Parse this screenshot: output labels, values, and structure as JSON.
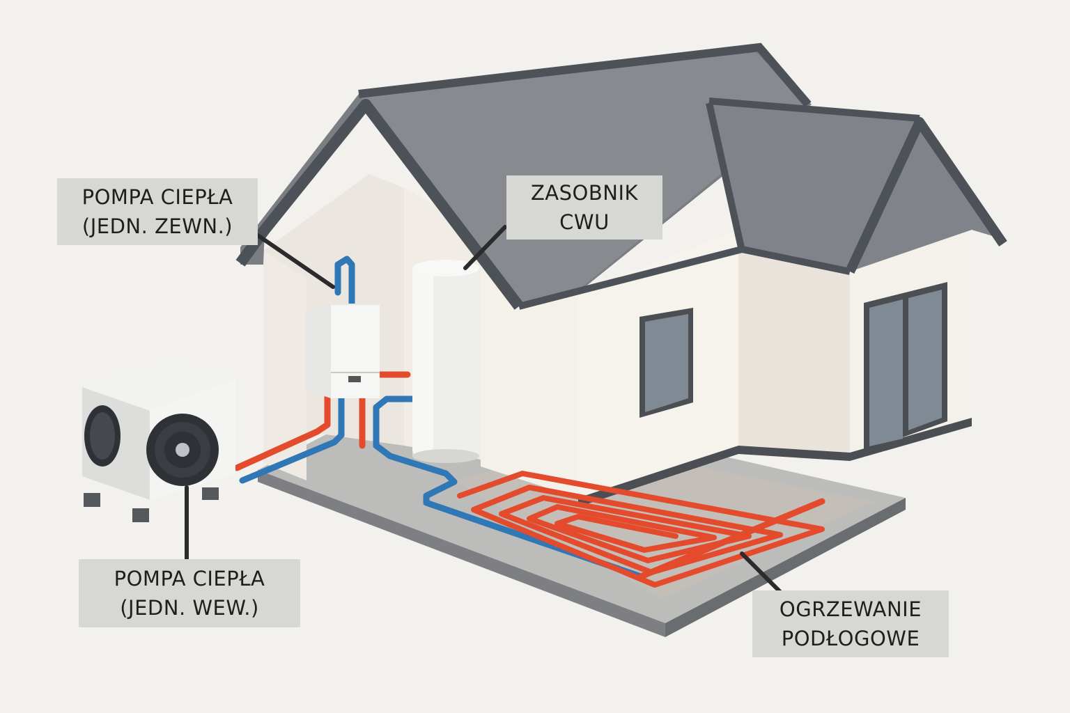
{
  "labels": {
    "outdoor_unit": {
      "line1": "POMPA CIEPŁA",
      "line2": "(JEDN. ZEWN.)"
    },
    "hot_water_tank": {
      "line1": "ZASOBNIK",
      "line2": "CWU"
    },
    "indoor_unit": {
      "line1": "POMPA CIEPŁA",
      "line2": "(JEDN. WEW.)"
    },
    "floor_heating": {
      "line1": "OGRZEWANIE",
      "line2": "PODŁOGOWE"
    }
  },
  "colors": {
    "background": "#f3f1ed",
    "roof": "#7a7e83",
    "roof_edge": "#4d5258",
    "wall": "#f4f0ea",
    "wall_shade": "#e6e1d9",
    "floor_slab": "#b9b9b7",
    "pipe_hot": "#e34b2c",
    "pipe_cold": "#2f77b5",
    "window": "#6f7a84",
    "label_bg": "#d7d7d4",
    "leader_line": "#2b2b2b"
  },
  "icons": {
    "fan": "fan-icon"
  }
}
